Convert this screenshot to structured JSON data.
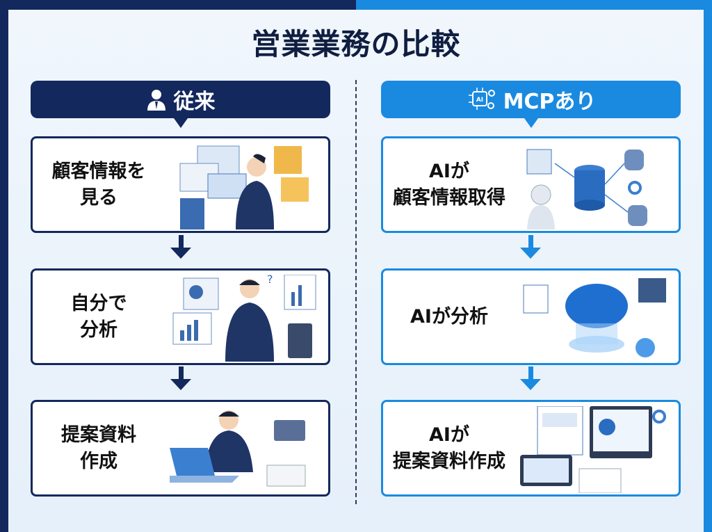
{
  "title": "営業業務の比較",
  "left": {
    "header": "従来",
    "icon": "person-icon",
    "color": "#13285c",
    "steps": [
      "顧客情報を\n見る",
      "自分で\n分析",
      "提案資料\n作成"
    ]
  },
  "right": {
    "header": "MCPあり",
    "icon": "ai-chip-icon",
    "chip_label": "AI",
    "color": "#1a8ae0",
    "steps": [
      "AIが\n顧客情報取得",
      "AIが分析",
      "AIが\n提案資料作成"
    ]
  }
}
